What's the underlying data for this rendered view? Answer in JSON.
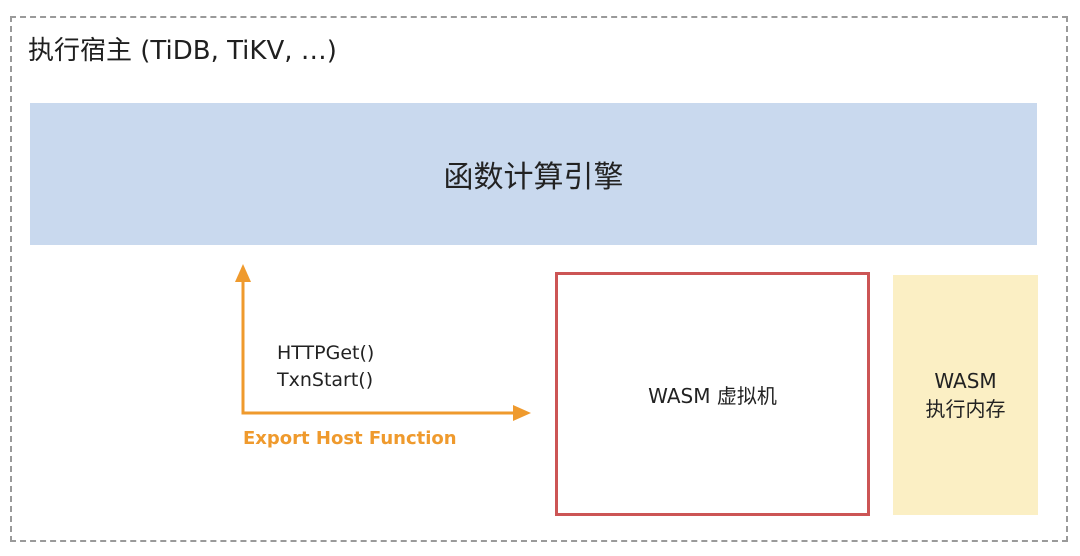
{
  "host": {
    "title": "执行宿主 (TiDB, TiKV, …)"
  },
  "engine": {
    "label": "函数计算引擎",
    "color": "#c9d9ee"
  },
  "wasm_vm": {
    "label": "WASM 虚拟机",
    "border_color": "#cc5555"
  },
  "wasm_memory": {
    "line1": "WASM",
    "line2": "执行内存",
    "color": "#fbefc4"
  },
  "host_functions": {
    "items": [
      "HTTPGet()",
      "TxnStart()"
    ],
    "caption": "Export Host Function",
    "color": "#ef9a2d"
  }
}
